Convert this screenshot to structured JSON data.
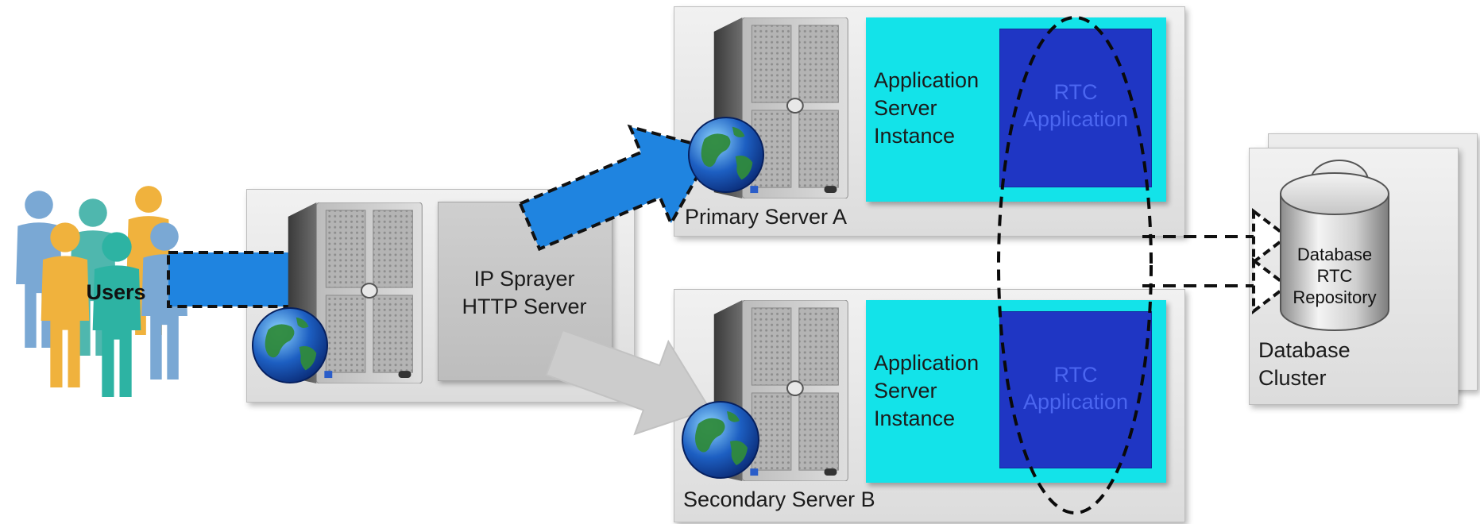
{
  "users": {
    "label": "Users"
  },
  "sprayer": {
    "line1": "IP Sprayer",
    "line2": "HTTP Server"
  },
  "primary": {
    "caption": "Primary Server A",
    "app_server": [
      "Application",
      "Server",
      "Instance"
    ],
    "rtc": [
      "RTC",
      "Application"
    ]
  },
  "secondary": {
    "caption": "Secondary Server B",
    "app_server": [
      "Application",
      "Server",
      "Instance"
    ],
    "rtc": [
      "RTC",
      "Application"
    ]
  },
  "database": {
    "cylinder": [
      "Database",
      "RTC",
      "Repository"
    ],
    "cluster": [
      "Database",
      "Cluster"
    ]
  },
  "colors": {
    "primary_arrow": "#1f84e0",
    "failover_arrow": "#c9c9c9",
    "app_server_bg": "#13e3e9",
    "rtc_bg": "#1f36c4",
    "rtc_text": "#4b66f0"
  },
  "icons": [
    "users-group-icon",
    "server-tower-icon",
    "globe-icon",
    "database-cylinder-icon"
  ]
}
